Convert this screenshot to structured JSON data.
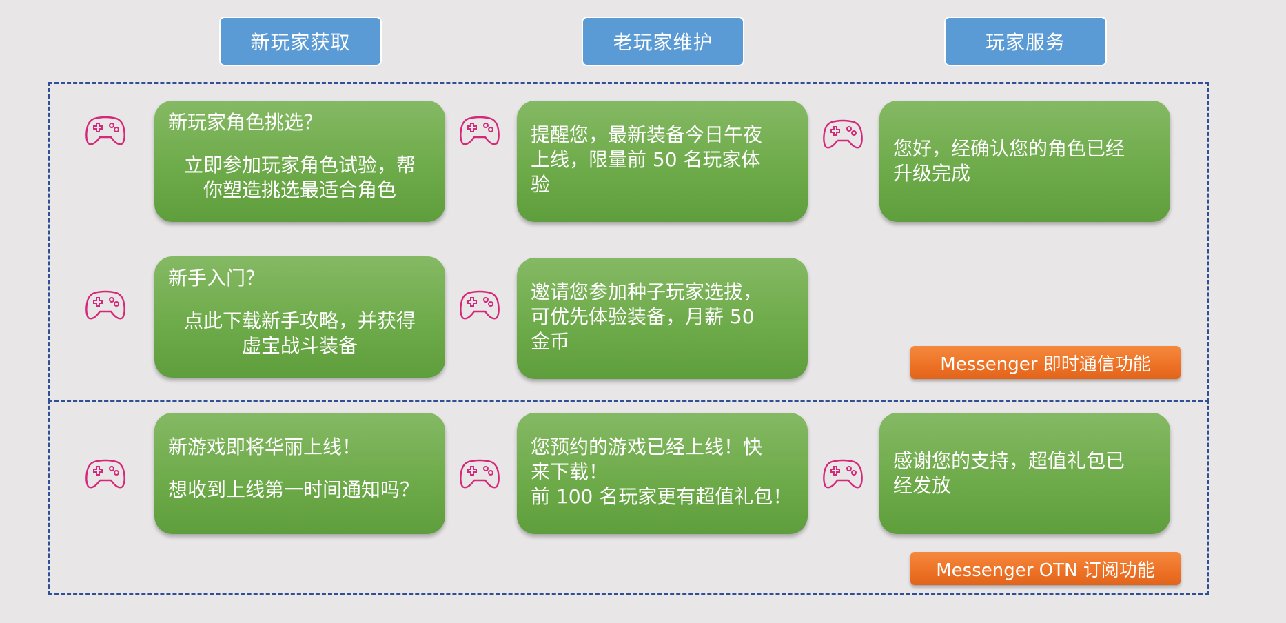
{
  "headers": {
    "new_players": "新玩家获取",
    "old_players": "老玩家维护",
    "service": "玩家服务"
  },
  "cards": {
    "role_select": {
      "title": "新玩家角色挑选？",
      "body_line1": "立即参加玩家角色试验，帮",
      "body_line2": "你塑造挑选最适合角色"
    },
    "equip_remind": {
      "line1": "提醒您，最新装备今日午夜",
      "line2": "上线，限量前 50 名玩家体",
      "line3": "验"
    },
    "role_upgrade": {
      "line1": "您好，经确认您的角色已经",
      "line2": "升级完成"
    },
    "beginner": {
      "title": "新手入门？",
      "body_line1": "点此下载新手攻略，并获得",
      "body_line2": "虚宝战斗装备"
    },
    "seed_invite": {
      "line1": "邀请您参加种子玩家选拔，",
      "line2": "可优先体验装备，月薪 50",
      "line3": "金币"
    },
    "new_game": {
      "title": "新游戏即将华丽上线！",
      "body": "想收到上线第一时间通知吗？"
    },
    "reserved_game": {
      "line1": "您预约的游戏已经上线！快",
      "line2": "来下载！",
      "line3": "前 100 名玩家更有超值礼包！"
    },
    "gift_sent": {
      "line1": "感谢您的支持，超值礼包已",
      "line2": "经发放"
    }
  },
  "badges": {
    "instant": "Messenger 即时通信功能",
    "otn": "Messenger OTN 订阅功能"
  },
  "colors": {
    "background": "#e8e6e7",
    "header": "#5b9bd5",
    "card": "#70ad47",
    "badge": "#ed7d31",
    "dashed_border": "#2f4f96",
    "icon": "#d6287a"
  },
  "icon_name": "gamepad-icon"
}
